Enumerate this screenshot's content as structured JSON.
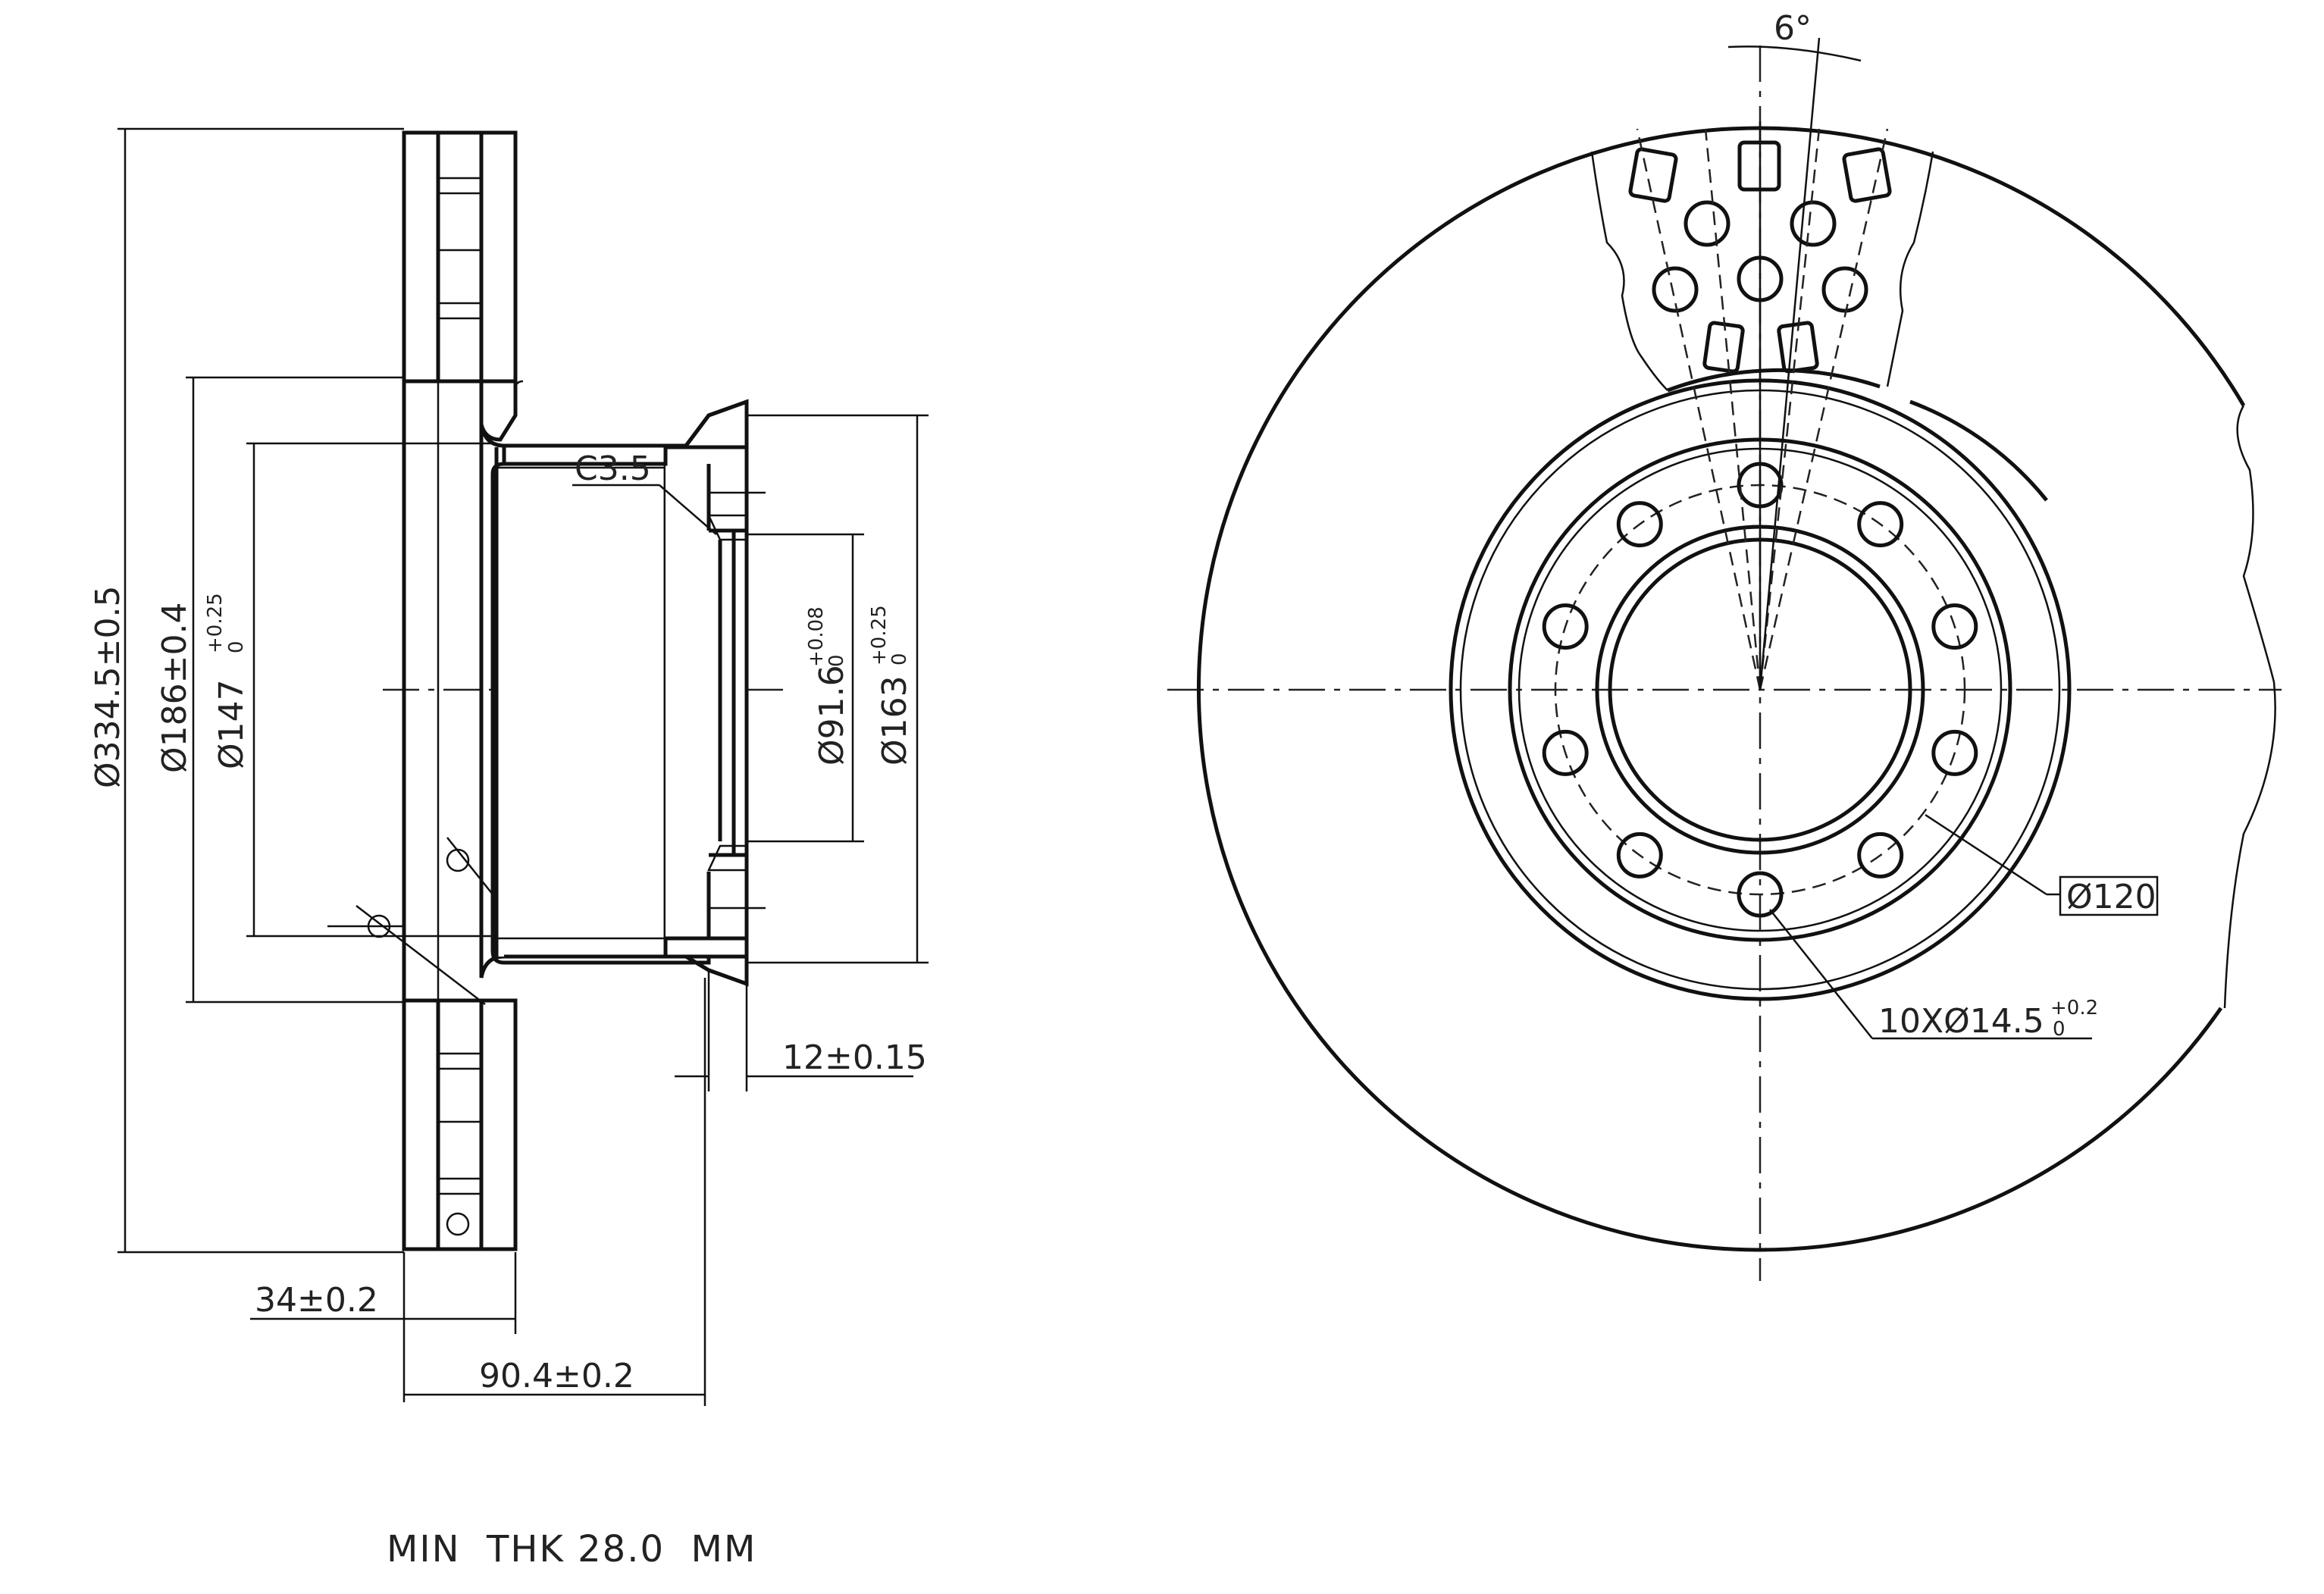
{
  "dimensions": {
    "outer_diameter": "Ø334.5±0.5",
    "d186": "Ø186±0.4",
    "d147": "Ø147",
    "d147_tol_upper": "+0.25",
    "d147_tol_lower": "0",
    "d91": "Ø91.6",
    "d91_tol_upper": "+0.08",
    "d91_tol_lower": "0",
    "d163": "Ø163",
    "d163_tol_upper": "+0.25",
    "d163_tol_lower": "0",
    "chamfer": "C3.5",
    "flange_thickness": "12±0.15",
    "disc_thickness": "34±0.2",
    "overall_height": "90.4±0.2",
    "angle": "6°",
    "pcd": "Ø120",
    "holes": "10XØ14.5",
    "holes_tol_upper": "+0.2",
    "holes_tol_lower": "0"
  },
  "note": "MIN  THK 28.0  MM"
}
